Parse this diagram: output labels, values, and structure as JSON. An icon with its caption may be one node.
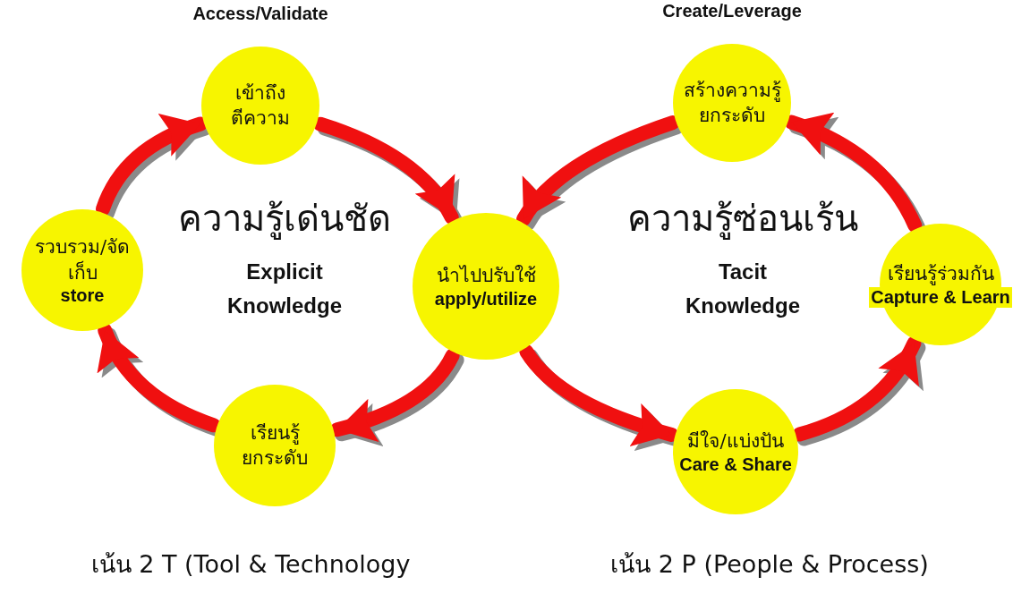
{
  "diagram": {
    "nodes": [
      {
        "text": [
          "Access/Validate",
          "เข้าถึง ตีความ"
        ]
      },
      {
        "text": [
          "รวบรวม/จัดเก็บ",
          "store"
        ]
      },
      {
        "text": [
          "เรียนรู้ ยกระดับ"
        ]
      },
      {
        "text": [
          "นำไปปรับใช้",
          "apply/utilize"
        ]
      },
      {
        "text": [
          "Create/Leverage",
          "สร้างความรู้ ยกระดับ"
        ]
      },
      {
        "text": [
          "เรียนรู้ร่วมกัน",
          "Capture & Learn"
        ]
      },
      {
        "text": [
          "มีใจ/แบ่งปัน",
          "Care & Share"
        ]
      }
    ],
    "edges": [
      {
        "from": 1,
        "to": 0,
        "arrow": "to"
      },
      {
        "from": 0,
        "to": 3,
        "arrow": "to"
      },
      {
        "from": 3,
        "to": 2,
        "arrow": "to"
      },
      {
        "from": 2,
        "to": 1,
        "arrow": "to"
      },
      {
        "from": 4,
        "to": 3,
        "arrow": "to"
      },
      {
        "from": 3,
        "to": 6,
        "arrow": "to"
      },
      {
        "from": 6,
        "to": 5,
        "arrow": "to"
      },
      {
        "from": 5,
        "to": 4,
        "arrow": "to"
      }
    ],
    "labels": [
      "ความรู้เด่นชัด",
      "Explicit Knowledge",
      "ความรู้ซ่อนเร้น",
      "Tacit Knowledge",
      "เน้น 2 T (Tool & Technology",
      "เน้น 2 P (People & Process)"
    ]
  }
}
